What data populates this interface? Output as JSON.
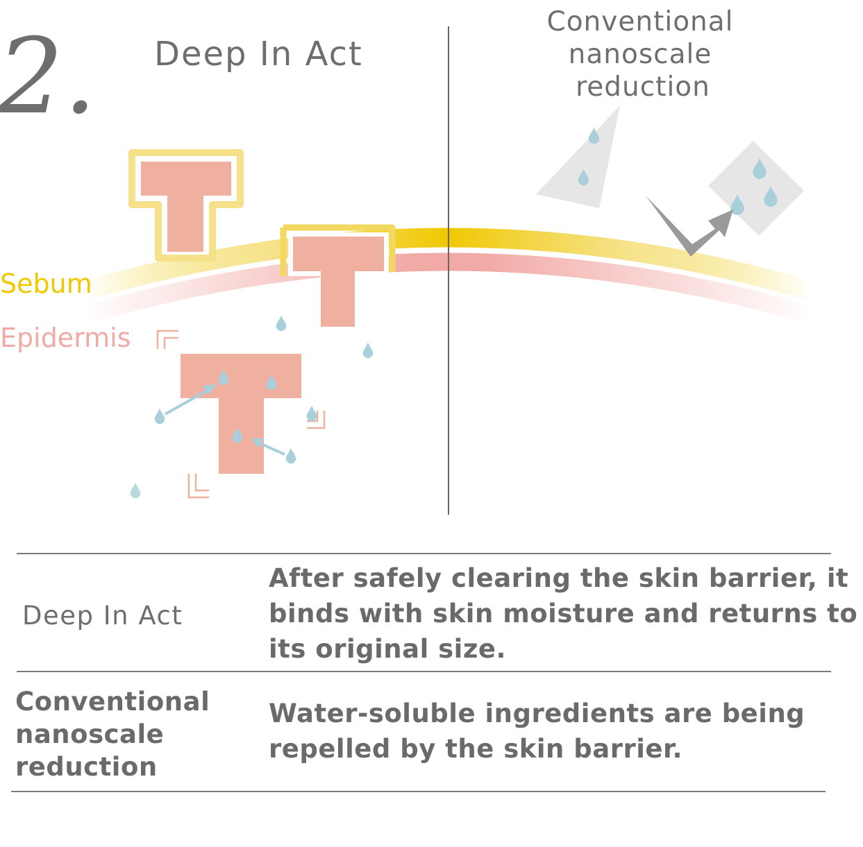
{
  "header": {
    "step_number": "2.",
    "left_title": "Deep In Act",
    "right_title_lines": [
      "Conventional",
      "nanoscale",
      "reduction"
    ]
  },
  "diagram": {
    "labels": {
      "sebum": "Sebum",
      "epidermis": "Epidermis"
    },
    "colors": {
      "sebum": "#f0c800",
      "epidermis": "#f2aaa6",
      "t_shape": "#f0b0a0",
      "droplet": "#a9cfdb",
      "gray_shape": "#e6e6e6",
      "arrow": "#9a9a9a",
      "text": "#6e6e6e"
    }
  },
  "table": {
    "rows": [
      {
        "label": "Deep In Act",
        "description_lines": [
          "After safely clearing the skin barrier, it",
          "binds with skin moisture and returns to",
          "its original size."
        ]
      },
      {
        "label_lines": [
          "Conventional",
          "nanoscale",
          "reduction"
        ],
        "description_lines": [
          "Water-soluble ingredients are being",
          "repelled by the skin barrier."
        ]
      }
    ]
  }
}
